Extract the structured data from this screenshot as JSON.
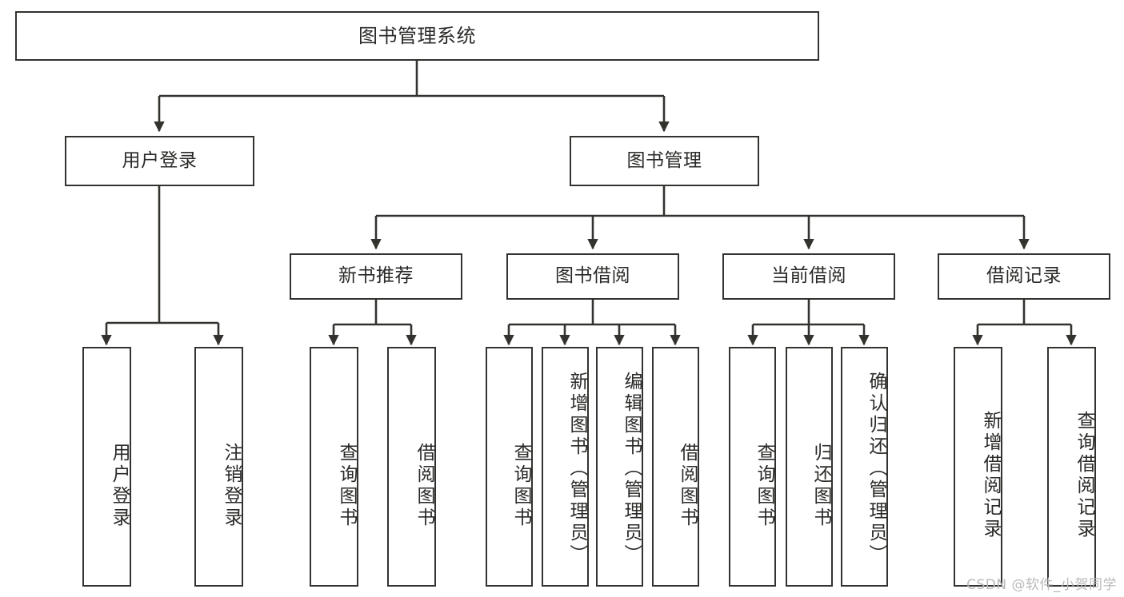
{
  "diagram": {
    "title": "图书管理系统",
    "type": "hierarchy-tree",
    "watermark": "CSDN @软件_小贺同学",
    "levels": {
      "root": {
        "label": "图书管理系统"
      },
      "level2": [
        {
          "label": "用户登录"
        },
        {
          "label": "图书管理"
        }
      ],
      "level3": [
        {
          "label": "新书推荐"
        },
        {
          "label": "图书借阅"
        },
        {
          "label": "当前借阅"
        },
        {
          "label": "借阅记录"
        }
      ]
    },
    "leaves": {
      "user_login": [
        {
          "label": "用户登录"
        },
        {
          "label": "注销登录"
        }
      ],
      "new_book_recommend": [
        {
          "label": "查询图书"
        },
        {
          "label": "借阅图书"
        }
      ],
      "book_borrow": [
        {
          "label": "查询图书"
        },
        {
          "label": "新增图书（管理员）"
        },
        {
          "label": "编辑图书（管理员）"
        },
        {
          "label": "借阅图书"
        }
      ],
      "current_borrow": [
        {
          "label": "查询图书"
        },
        {
          "label": "归还图书"
        },
        {
          "label": "确认归还（管理员）"
        }
      ],
      "borrow_records": [
        {
          "label": "新增借阅记录"
        },
        {
          "label": "查询借阅记录"
        }
      ]
    },
    "colors": {
      "stroke": "#33322f",
      "fill": "#ffffff",
      "text": "#2b2a28",
      "watermark": "#b9b9b9"
    }
  }
}
